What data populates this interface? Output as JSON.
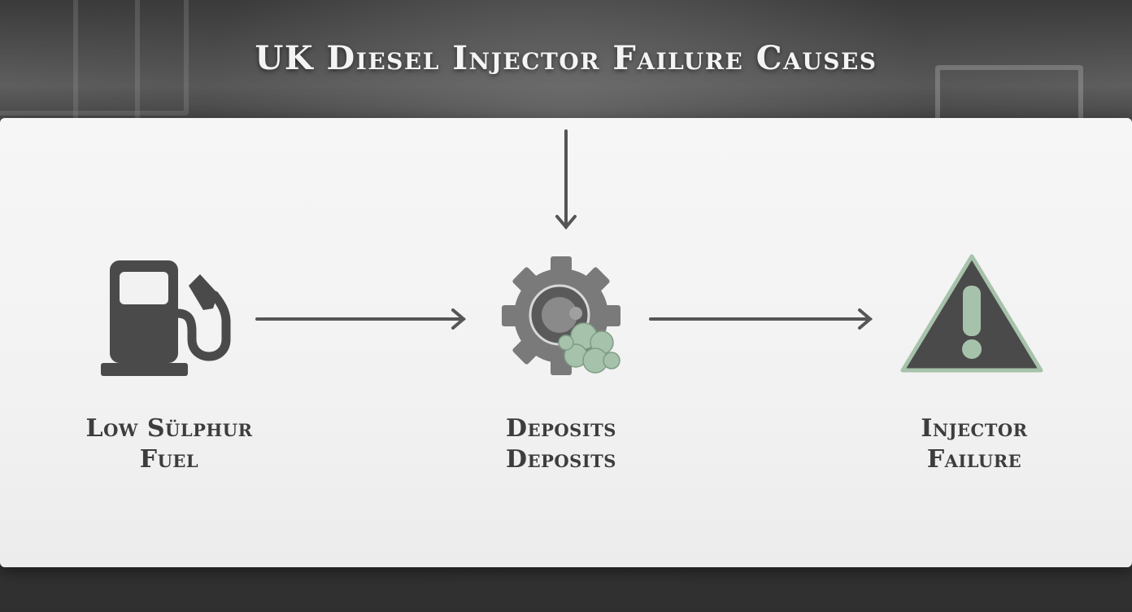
{
  "title": "UK Diesel Injector Failure Causes",
  "nodes": [
    {
      "id": "fuel",
      "icon": "fuel-pump-icon",
      "line1": "Low Sülphur",
      "line2": "Fuel"
    },
    {
      "id": "deposits",
      "icon": "gear-deposits-icon",
      "line1": "Deposits",
      "line2": "Deposits"
    },
    {
      "id": "failure",
      "icon": "warning-triangle-icon",
      "line1": "Injector",
      "line2": "Failure"
    }
  ],
  "colors": {
    "icon_dark": "#4a4a4a",
    "gear": "#7a7a7a",
    "accent_green": "#a7c2ab",
    "arrow": "#555555",
    "text": "#3d3d3d"
  }
}
